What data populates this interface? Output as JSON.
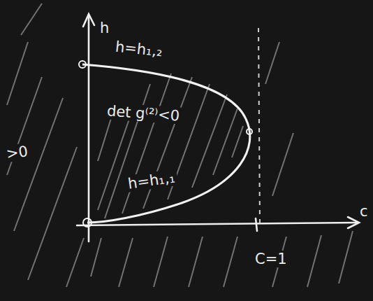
{
  "diagram": {
    "labels": [
      "h",
      "h=h₁,₂",
      "det g⁽²⁾<0",
      "h=h₁,₁",
      ">0",
      "C=1",
      "c"
    ]
  }
}
